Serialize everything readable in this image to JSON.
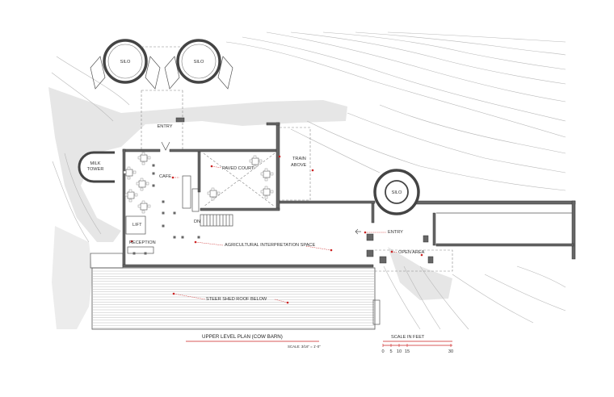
{
  "labels": {
    "silo_left": "SILO",
    "silo_middle": "SILO",
    "silo_right": "SILO",
    "entry_top": "ENTRY",
    "milk_tower_line1": "MILK",
    "milk_tower_line2": "TOWER",
    "cafe": "CAFE",
    "paved_court": "PAVED COURT",
    "train_line1": "TRAIN",
    "train_line2": "ABOVE",
    "lift": "LIFT",
    "dn": "DN",
    "reception": "RECEPTION",
    "agricultural": "AGRICULTURAL INTERPRETATION SPACE",
    "entry_right": "ENTRY",
    "open_area": "OPEN AREA",
    "steer_shed": "STEER SHED ROOF BELOW"
  },
  "title": {
    "text": "UPPER LEVEL PLAN (COW BARN)",
    "scale_note": "SCALE: 3/16\" = 1'-0\""
  },
  "scale_bar": {
    "heading": "SCALE IN FEET",
    "ticks": [
      "0",
      "5",
      "10",
      "15",
      "30"
    ]
  },
  "colors": {
    "accent": "#cc2222",
    "wall": "#666666",
    "terrain": "#e6e6e6"
  }
}
